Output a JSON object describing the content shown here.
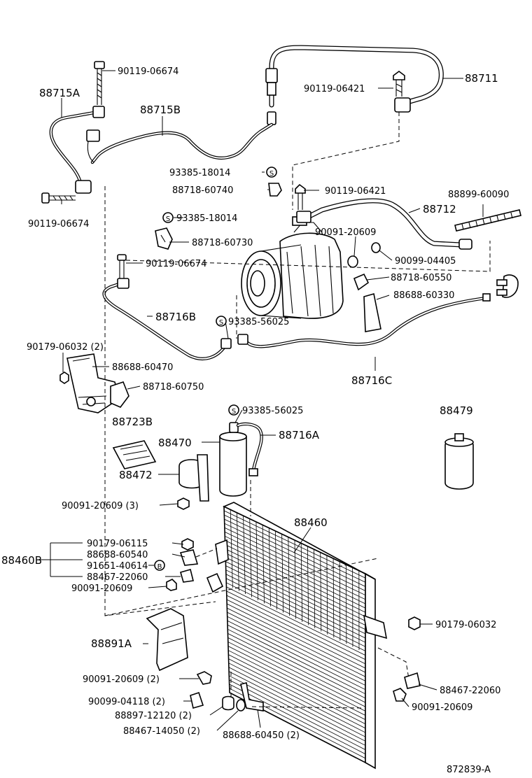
{
  "diagram_id": "872839-A",
  "parts": {
    "hose_88711": "88711",
    "hose_88712": "88712",
    "pipe_88715A": "88715A",
    "pipe_88715B": "88715B",
    "pipe_88716A": "88716A",
    "pipe_88716B": "88716B",
    "pipe_88716C": "88716C",
    "receiver_88470": "88470",
    "bracket_88472": "88472",
    "label_88723B": "88723B",
    "oil_can_88479": "88479",
    "condenser_88460": "88460",
    "set_88460B": "88460B",
    "seal_88891A": "88891A",
    "bolt_top_left": "90119-06674",
    "bolt_top_right": "90119-06421",
    "oring_1": "93385-18014",
    "clamp_60740": "88718-60740",
    "bolt_left_mid": "90119-06674",
    "bolt_mid_right": "90119-06421",
    "rod_60090": "88899-60090",
    "oring_2": "93385-18014",
    "clamp_60730": "88718-60730",
    "bolt_20609_a": "90091-20609",
    "bolt_04405": "90099-04405",
    "bolt_mid_left": "90119-06674",
    "clamp_60550": "88718-60550",
    "bracket_60330": "88688-60330",
    "oring_56025_a": "93385-56025",
    "nut_06032_2": "90179-06032 (2)",
    "bracket_60470": "88688-60470",
    "clamp_60750": "88718-60750",
    "oring_56025_b": "93385-56025",
    "bolt_20609_3": "90091-20609 (3)",
    "nut_06115": "90179-06115",
    "bracket_60540": "88688-60540",
    "screw_40614": "91651-40614",
    "cushion_22060_a": "88467-22060",
    "bolt_20609_b": "90091-20609",
    "nut_06032": "90179-06032",
    "bolt_20609_2": "90091-20609 (2)",
    "cushion_22060_b": "88467-22060",
    "screw_04118_2": "90099-04118 (2)",
    "bolt_20609_c": "90091-20609",
    "collar_12120_2": "88897-12120 (2)",
    "cushion_14050_2": "88467-14050 (2)",
    "bracket_60450_2": "88688-60450 (2)"
  }
}
